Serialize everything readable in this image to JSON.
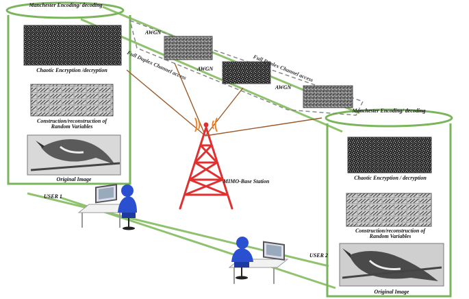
{
  "left_user": {
    "encoding_label": "Manchester Encoding/ decoding",
    "chaotic_label": "Chaotic Encryption /decryption",
    "construction_label": "Construction/reconstruction of Random Variables",
    "original_label": "Original Image",
    "user_label": "USER 1"
  },
  "right_user": {
    "encoding_label": "Manchester Encoding/ decoding",
    "chaotic_label": "Chaotic Encryption / decryption",
    "construction_label": "Construction/reconstruction of Random Variables",
    "original_label": "Original Image",
    "user_label": "USER 2"
  },
  "channel": {
    "awgn_labels": [
      "AWGN",
      "AWGN",
      "AWGN"
    ],
    "full_duplex_1": "Full Duplex Channel access",
    "full_duplex_2": "Full Duplex Channel access"
  },
  "station": {
    "label": "MIMO-Base Station"
  },
  "colors": {
    "frame_green": "#7ab55c",
    "link_brown": "#8b4513",
    "tower_red": "#e03030",
    "person_blue": "#2a4fd0"
  },
  "icons": [
    "radio-tower-icon",
    "user-at-computer-icon",
    "bird-image-icon"
  ]
}
